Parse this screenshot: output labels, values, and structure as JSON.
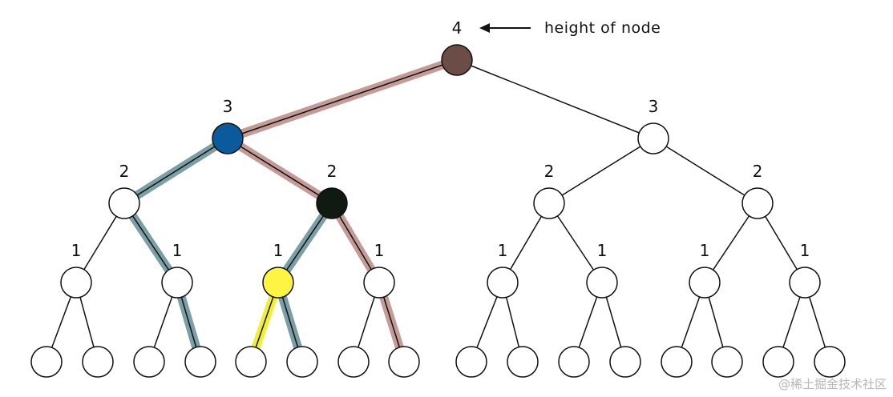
{
  "annotation": {
    "text": "height of node"
  },
  "watermark": "@稀土掘金技术社区",
  "colors": {
    "edge": "#111111",
    "node_fill": "#ffffff",
    "node_stroke": "#111111",
    "path_red": "#c49b97",
    "path_teal": "#7c9ea5",
    "path_yellow": "#f1ef33",
    "root": "#6b4c46",
    "blue": "#0a5a9c",
    "dark": "#101912",
    "yellow_node": "#fdf542"
  },
  "tree": {
    "height_labels": {
      "root": "4",
      "L1": "3",
      "R1": "3",
      "L1a": "2",
      "L1b": "2",
      "R1a": "2",
      "R1b": "2",
      "n1": "1",
      "n2": "1",
      "n3": "1",
      "n4": "1",
      "n5": "1",
      "n6": "1",
      "n7": "1",
      "n8": "1"
    },
    "highlighted_nodes": {
      "root": "root",
      "L1": "blue",
      "L1b": "dark",
      "n3": "yellow_node"
    },
    "highlighted_paths": [
      {
        "color": "path_red",
        "from": "root",
        "to": "L1"
      },
      {
        "color": "path_red",
        "from": "L1",
        "to": "L1b"
      },
      {
        "color": "path_red",
        "from": "L1b",
        "to": "n4"
      },
      {
        "color": "path_red",
        "from": "n4",
        "to": "leaf8"
      },
      {
        "color": "path_teal",
        "from": "L1",
        "to": "L1a"
      },
      {
        "color": "path_teal",
        "from": "L1a",
        "to": "n2"
      },
      {
        "color": "path_teal",
        "from": "n2",
        "to": "leaf4"
      },
      {
        "color": "path_teal",
        "from": "L1b",
        "to": "n3"
      },
      {
        "color": "path_teal",
        "from": "n3",
        "to": "leaf6"
      },
      {
        "color": "path_yellow",
        "from": "n3",
        "to": "leaf5"
      }
    ]
  }
}
